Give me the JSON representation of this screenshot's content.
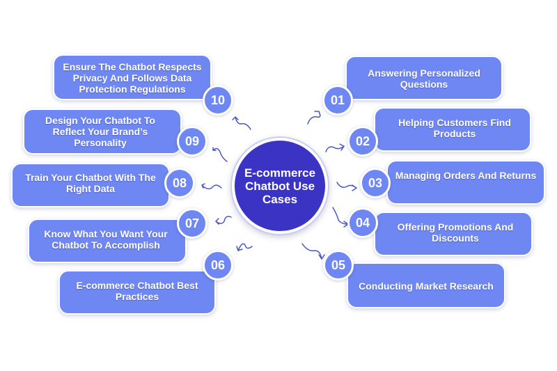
{
  "center": {
    "title": "E-commerce Chatbot Use Cases"
  },
  "items": [
    {
      "number": "01",
      "label": "Answering Personalized Questions"
    },
    {
      "number": "02",
      "label": "Helping Customers Find Products"
    },
    {
      "number": "03",
      "label": "Managing Orders And Returns"
    },
    {
      "number": "04",
      "label": "Offering Promotions And Discounts"
    },
    {
      "number": "05",
      "label": "Conducting Market Research"
    },
    {
      "number": "06",
      "label": "E-commerce Chatbot Best Practices"
    },
    {
      "number": "07",
      "label": "Know What You Want Your Chatbot To Accomplish"
    },
    {
      "number": "08",
      "label": "Train Your Chatbot With The Right Data"
    },
    {
      "number": "09",
      "label": "Design Your Chatbot To Reflect Your Brand’s Personality"
    },
    {
      "number": "10",
      "label": "Ensure The Chatbot Respects Privacy And Follows Data Protection Regulations"
    }
  ],
  "colors": {
    "box": "#6e87f2",
    "center": "#3b33c4",
    "arrow": "#4a55c9"
  }
}
